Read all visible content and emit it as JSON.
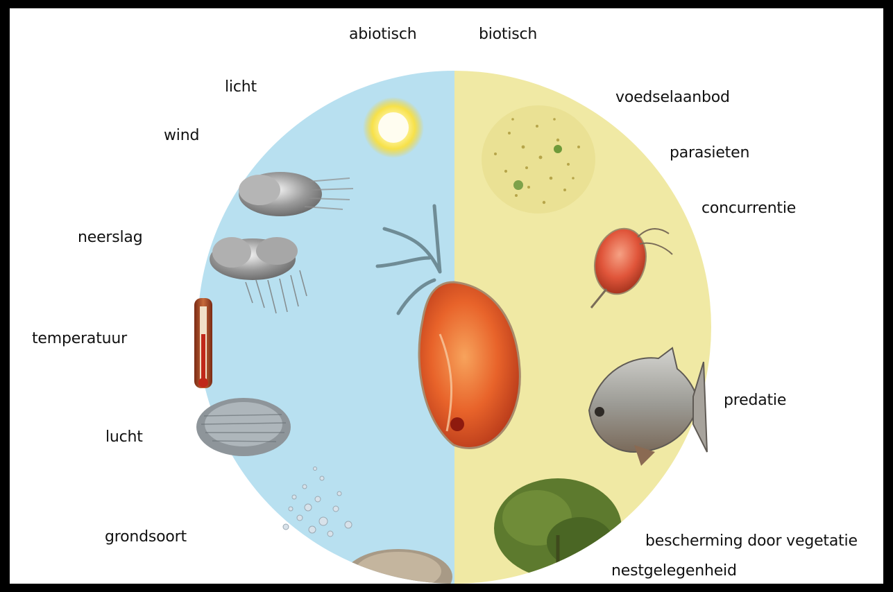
{
  "headers": {
    "left": "abiotisch",
    "right": "biotisch"
  },
  "abiotic_labels": {
    "licht": "licht",
    "wind": "wind",
    "neerslag": "neerslag",
    "temperatuur": "temperatuur",
    "lucht": "lucht",
    "grondsoort": "grondsoort"
  },
  "biotic_labels": {
    "voedselaanbod": "voedselaanbod",
    "parasieten": "parasieten",
    "concurrentie": "concurrentie",
    "predatie": "predatie",
    "bescherming": "bescherming door vegetatie",
    "nestgelegenheid": "nestgelegenheid"
  },
  "colors": {
    "abiotic_half": "#b8e0f0",
    "biotic_half": "#f0e9a4",
    "background": "#ffffff",
    "frame": "#000000"
  },
  "icons": {
    "abiotic": [
      "sun-icon",
      "wind-cloud-icon",
      "rain-cloud-icon",
      "thermometer-icon",
      "air-cloud-icon",
      "soil-particles-icon",
      "sand-mound-icon"
    ],
    "biotic": [
      "food-particles-icon",
      "water-flea-icon",
      "fish-icon",
      "plant-icon"
    ]
  }
}
